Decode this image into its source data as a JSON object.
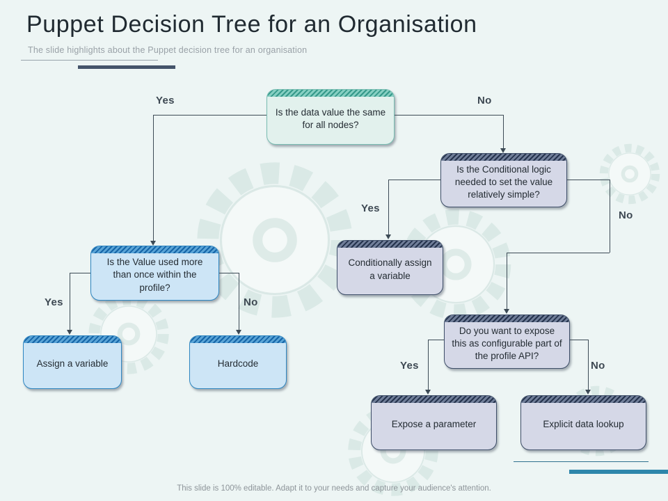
{
  "slide": {
    "title": "Puppet Decision Tree for an Organisation",
    "subtitle": "The slide highlights about the Puppet decision tree for an organisation",
    "footer": "This slide is 100% editable. Adapt it to your needs and capture your audience's attention."
  },
  "nodes": {
    "root_question": "Is the data value the same for all nodes?",
    "value_used_question": "Is the Value used more than once within the profile?",
    "assign_variable": "Assign a variable",
    "hardcode": "Hardcode",
    "conditional_logic_question": "Is the Conditional logic needed to set the value relatively simple?",
    "conditionally_assign": "Conditionally assign a variable",
    "expose_question": "Do you want to expose this as configurable part of the profile API?",
    "expose_parameter": "Expose a parameter",
    "explicit_data_lookup": "Explicit data lookup"
  },
  "edge_labels": {
    "root_yes": "Yes",
    "root_no": "No",
    "value_yes": "Yes",
    "value_no": "No",
    "cond_yes": "Yes",
    "cond_no": "No",
    "expose_yes": "Yes",
    "expose_no": "No"
  },
  "colors": {
    "background": "#edf5f4",
    "teal_band": "#35998a",
    "teal_fill": "#e2f1ed",
    "blue_band": "#1565a8",
    "blue_fill": "#cde5f6",
    "navy_band": "#25334d",
    "navy_fill": "#d5d8e7",
    "connector": "#3c4a55",
    "accent_bar": "#44546a",
    "bottom_thin_line": "#2e6f8e",
    "bottom_thick_line": "#2e86ab"
  }
}
